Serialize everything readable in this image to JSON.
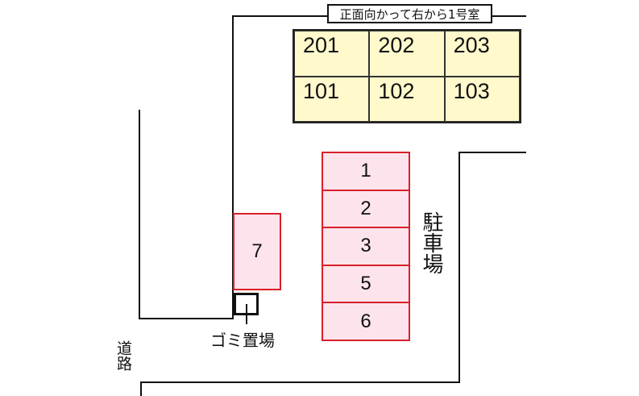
{
  "header": {
    "orientation_note": "正面向かって右から1号室"
  },
  "building": {
    "units": [
      {
        "label": "201"
      },
      {
        "label": "202"
      },
      {
        "label": "203"
      },
      {
        "label": "101"
      },
      {
        "label": "102"
      },
      {
        "label": "103"
      }
    ],
    "color": "#fff9cc"
  },
  "parking": {
    "label": "駐車場",
    "slots": [
      {
        "label": "1"
      },
      {
        "label": "2"
      },
      {
        "label": "3"
      },
      {
        "label": "5"
      },
      {
        "label": "6"
      }
    ],
    "extra_slot": {
      "label": "7"
    },
    "border_color": "#d8202a",
    "fill_color": "#fde4ec"
  },
  "garbage": {
    "label": "ゴミ置場"
  },
  "road": {
    "label": "道路"
  }
}
